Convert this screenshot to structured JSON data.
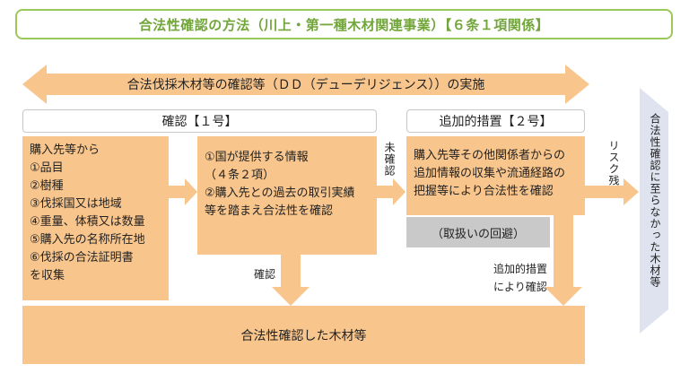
{
  "title": "合法性確認の方法（川上・第一種木材関連事業）【６条１項関係】",
  "banner": "合法伐採木材等の確認等（ＤＤ（デューデリジェンス））の実施",
  "confirm_header": "確認【１号】",
  "additional_header": "追加的措置【２号】",
  "left_items": [
    "購入先等から",
    "①品目",
    "②樹種",
    "③伐採国又は地域",
    "④重量、体積又は数量",
    "⑤購入先の名称所在地",
    "⑥伐採の合法証明書",
    "を収集"
  ],
  "middle_items": [
    "①国が提供する情報",
    "（４条２項）",
    "②購入先との過去の取引実績",
    "等を踏まえ合法性を確認"
  ],
  "right_items": [
    "購入先等その他関係者からの",
    "追加情報の収集や流通経路の",
    "把握等により合法性を確認"
  ],
  "avoid_label": "（取扱いの回避）",
  "unconfirmed_label": "未確認",
  "risk_label": "リスク残",
  "confirmed_label": "確認",
  "confirmed_by_additional": [
    "追加的措置",
    "により確認"
  ],
  "result_label": "合法性確認した木材等",
  "final_label": "合法性確認に至らなかった木材等",
  "colors": {
    "orange": "#f8c58d",
    "title_green": "#72a63a",
    "gray": "#c9c9c9",
    "final_arrow": "#dfe3f0"
  }
}
